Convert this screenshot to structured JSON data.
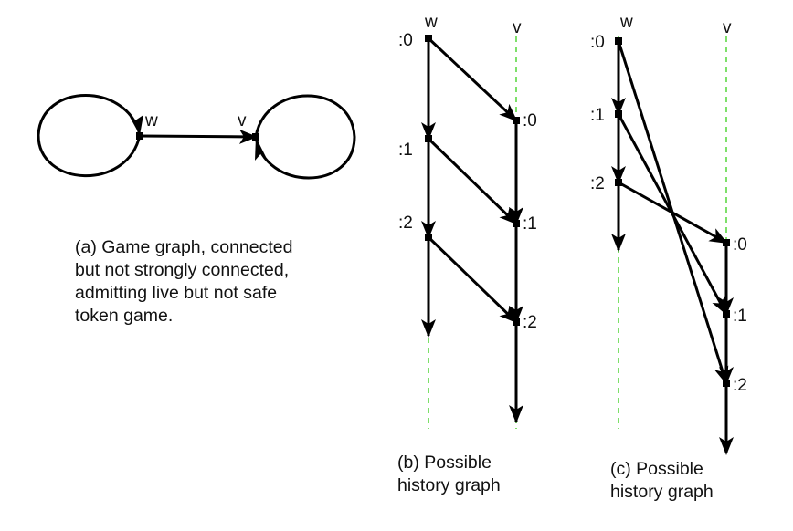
{
  "colors": {
    "edge": "#000000",
    "timeline": "#7ee06a",
    "text": "#111111"
  },
  "panel_a": {
    "vertices": {
      "w": "w",
      "v": "v"
    },
    "caption": [
      "(a) Game graph, connected",
      "but not strongly connected,",
      "admitting live but not safe",
      "token game."
    ]
  },
  "panel_b": {
    "columns": {
      "w": "w",
      "v": "v"
    },
    "w_ticks": [
      ":0",
      ":1",
      ":2"
    ],
    "v_ticks": [
      ":0",
      ":1",
      ":2"
    ],
    "caption": [
      "(b) Possible",
      "history graph"
    ]
  },
  "panel_c": {
    "columns": {
      "w": "w",
      "v": "v"
    },
    "w_ticks": [
      ":0",
      ":1",
      ":2"
    ],
    "v_ticks": [
      ":0",
      ":1",
      ":2"
    ],
    "caption": [
      "(c) Possible",
      "history graph"
    ]
  }
}
